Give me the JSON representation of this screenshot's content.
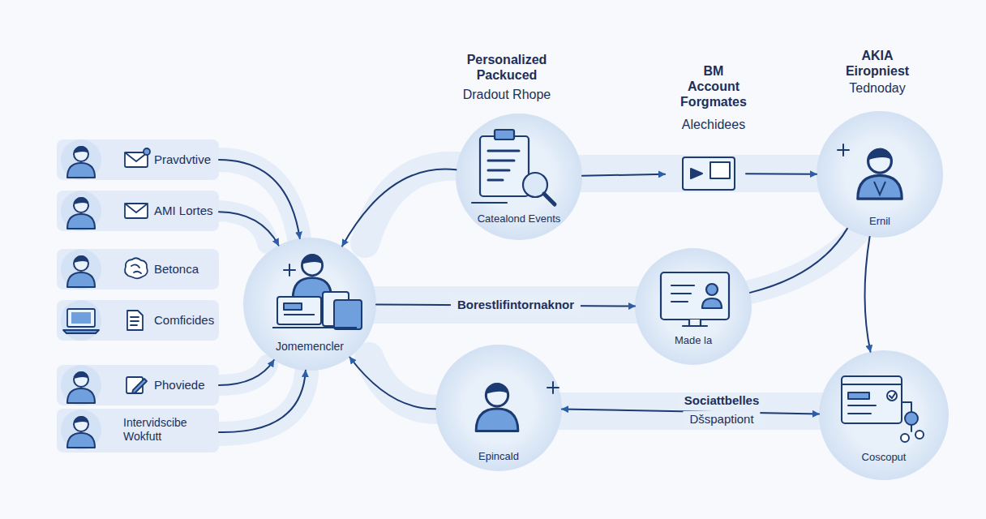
{
  "diagram": {
    "nodes": [
      {
        "text": [
          "Pravdvtive"
        ]
      },
      {
        "text": [
          "AMI Lortes"
        ]
      },
      {
        "text": [
          "Betonca"
        ]
      },
      {
        "text": [
          "Comficides"
        ]
      },
      {
        "text": [
          "Phoviede"
        ]
      },
      {
        "text": [
          "Intervidscibe Wokfutt"
        ]
      },
      {
        "text": [
          "Jomemencler"
        ]
      },
      {
        "text": [
          "Personalized Packuced",
          "Dradout Rhope",
          "Catealond Events"
        ]
      },
      {
        "text": [
          "BM Account Forgmates",
          "Alechidees"
        ]
      },
      {
        "text": [
          "AKIA Eiropniest",
          "Tednoday",
          "Ernil"
        ]
      },
      {
        "text": [
          "Made la"
        ]
      },
      {
        "text": [
          "Epincald"
        ]
      },
      {
        "text": [
          "Coscoput"
        ]
      }
    ],
    "edges": [
      {
        "from": 0,
        "to": 6,
        "arrow": "to"
      },
      {
        "from": 1,
        "to": 6,
        "arrow": "to"
      },
      {
        "from": 4,
        "to": 6,
        "arrow": "to"
      },
      {
        "from": 5,
        "to": 6,
        "arrow": "to"
      },
      {
        "from": 7,
        "to": 6,
        "arrow": "to"
      },
      {
        "from": 7,
        "to": 8,
        "arrow": "to"
      },
      {
        "from": 8,
        "to": 9,
        "arrow": "to"
      },
      {
        "from": 6,
        "to": 10,
        "label": "Borestlifintornaknor",
        "arrow": "to"
      },
      {
        "from": 9,
        "to": 10,
        "arrow": "none"
      },
      {
        "from": 9,
        "to": 12,
        "arrow": "to"
      },
      {
        "from": 11,
        "to": 6,
        "arrow": "to"
      },
      {
        "from": 11,
        "to": 12,
        "label": "Sociattbelles",
        "arrow": "both"
      }
    ],
    "labels": [
      "Dšspaptiont"
    ]
  }
}
